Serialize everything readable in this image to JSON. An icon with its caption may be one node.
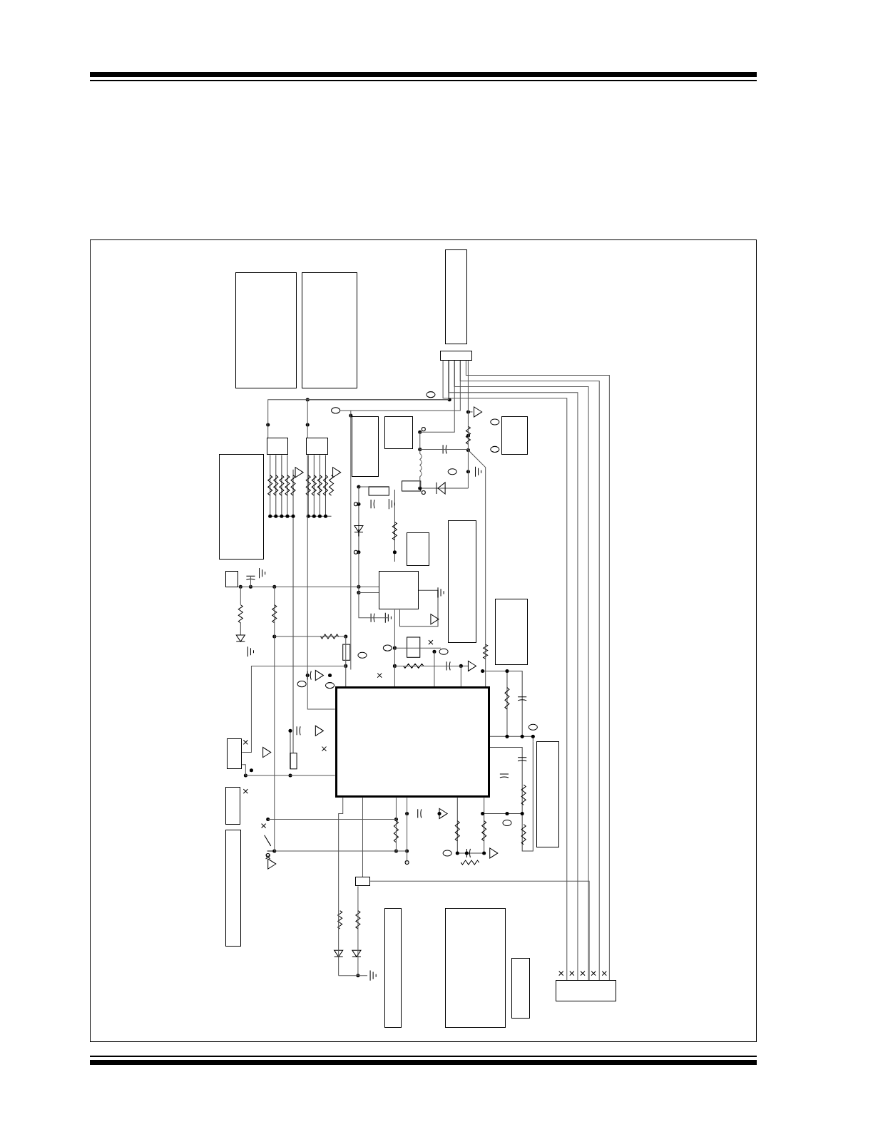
{
  "diagram": {
    "nodes": [
      {
        "text": [],
        "shape": "box"
      },
      {
        "text": [],
        "shape": "box"
      },
      {
        "text": [],
        "shape": "box"
      },
      {
        "text": [],
        "shape": "box"
      },
      {
        "text": [],
        "shape": "box"
      },
      {
        "text": [],
        "shape": "box"
      },
      {
        "text": [],
        "shape": "box"
      },
      {
        "text": [],
        "shape": "box"
      },
      {
        "text": [],
        "shape": "box"
      },
      {
        "text": [],
        "shape": "box"
      },
      {
        "text": [],
        "shape": "box"
      },
      {
        "text": [],
        "shape": "box"
      },
      {
        "text": [],
        "shape": "box"
      },
      {
        "text": [],
        "shape": "box"
      },
      {
        "text": [],
        "shape": "box"
      },
      {
        "text": [],
        "shape": "box"
      },
      {
        "text": [],
        "shape": "box"
      },
      {
        "text": [],
        "shape": "box"
      },
      {
        "text": [],
        "shape": "box"
      },
      {
        "text": [],
        "shape": "box"
      },
      {
        "text": [],
        "shape": "box"
      },
      {
        "text": [],
        "shape": "box"
      },
      {
        "text": [],
        "shape": "box"
      },
      {
        "text": [],
        "shape": "box"
      },
      {
        "text": [],
        "shape": "box"
      }
    ],
    "edges": [
      {
        "from": 11,
        "to": 12,
        "arrow": "none"
      },
      {
        "from": 13,
        "to": 18,
        "arrow": "none"
      },
      {
        "from": 18,
        "to": 22,
        "arrow": "none"
      },
      {
        "from": 3,
        "to": 22,
        "arrow": "none"
      },
      {
        "from": 3,
        "to": 22,
        "arrow": "none"
      },
      {
        "from": 3,
        "to": 22,
        "arrow": "none"
      },
      {
        "from": 3,
        "to": 22,
        "arrow": "none"
      },
      {
        "from": 3,
        "to": 22,
        "arrow": "none"
      },
      {
        "from": 3,
        "to": 13,
        "arrow": "none"
      },
      {
        "from": 15,
        "to": 13,
        "arrow": "none"
      },
      {
        "from": 3,
        "to": 23,
        "arrow": "none"
      },
      {
        "from": 3,
        "to": null,
        "arrow": "none"
      },
      {
        "from": 3,
        "to": null,
        "arrow": "none"
      },
      {
        "from": 3,
        "to": 24,
        "arrow": "none"
      },
      {
        "from": 24,
        "to": 13,
        "arrow": "none"
      },
      {
        "from": 13,
        "to": null,
        "arrow": "none"
      },
      {
        "from": 18,
        "to": null,
        "arrow": "none"
      },
      {
        "from": 12,
        "to": 13,
        "arrow": "none"
      },
      {
        "from": 13,
        "to": null,
        "arrow": "none"
      },
      {
        "from": 13,
        "to": 15,
        "arrow": "none"
      }
    ]
  }
}
